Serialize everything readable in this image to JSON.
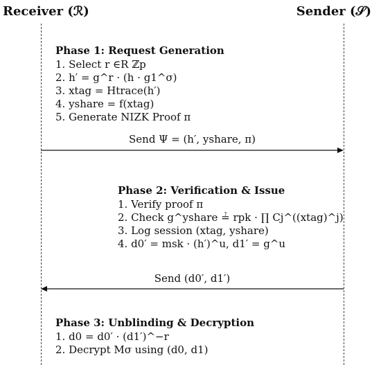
{
  "parties": {
    "receiver": "Receiver (ℛ)",
    "sender": "Sender (𝒮)"
  },
  "phase1": {
    "title": "Phase 1:  Request Generation",
    "steps": [
      "1.  Select r ∈R ℤp",
      "2.  h′ = g^r · (h · g1^σ)",
      "3.  xtag = Htrace(h′)",
      "4.  yshare = f(xtag)",
      "5.  Generate NIZK Proof π"
    ]
  },
  "message1": "Send Ψ = (h′, yshare, π)",
  "phase2": {
    "title": "Phase 2:  Verification & Issue",
    "steps": [
      "1.  Verify proof π",
      "2.  Check g^yshare ≟ rpk · ∏ Cj^((xtag)^j)",
      "3.  Log session (xtag, yshare)",
      "4.  d0′ = msk · (h′)^u, d1′ = g^u"
    ]
  },
  "message2": "Send (d0′, d1′)",
  "phase3": {
    "title": "Phase 3:  Unblinding & Decryption",
    "steps": [
      "1.  d0 = d0′ · (d1′)^−r",
      "2.  Decrypt Mσ using (d0, d1)"
    ]
  }
}
